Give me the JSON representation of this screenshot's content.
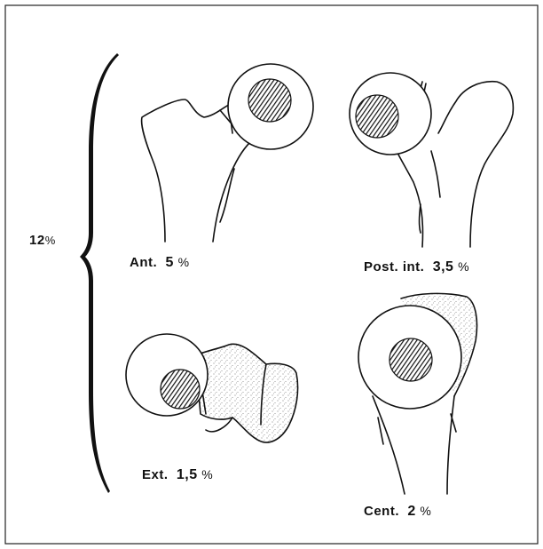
{
  "figure": {
    "total": {
      "value": "12",
      "unit": "%"
    },
    "views": [
      {
        "name": "Ant.",
        "value": "5",
        "unit": "%"
      },
      {
        "name": "Post. int.",
        "value": "3,5",
        "unit": "%"
      },
      {
        "name": "Ext.",
        "value": "1,5",
        "unit": "%"
      },
      {
        "name": "Cent.",
        "value": "2",
        "unit": "%"
      }
    ]
  },
  "colors": {
    "ink": "#111111",
    "paper": "#ffffff",
    "stipple": "#e8e6e3"
  }
}
